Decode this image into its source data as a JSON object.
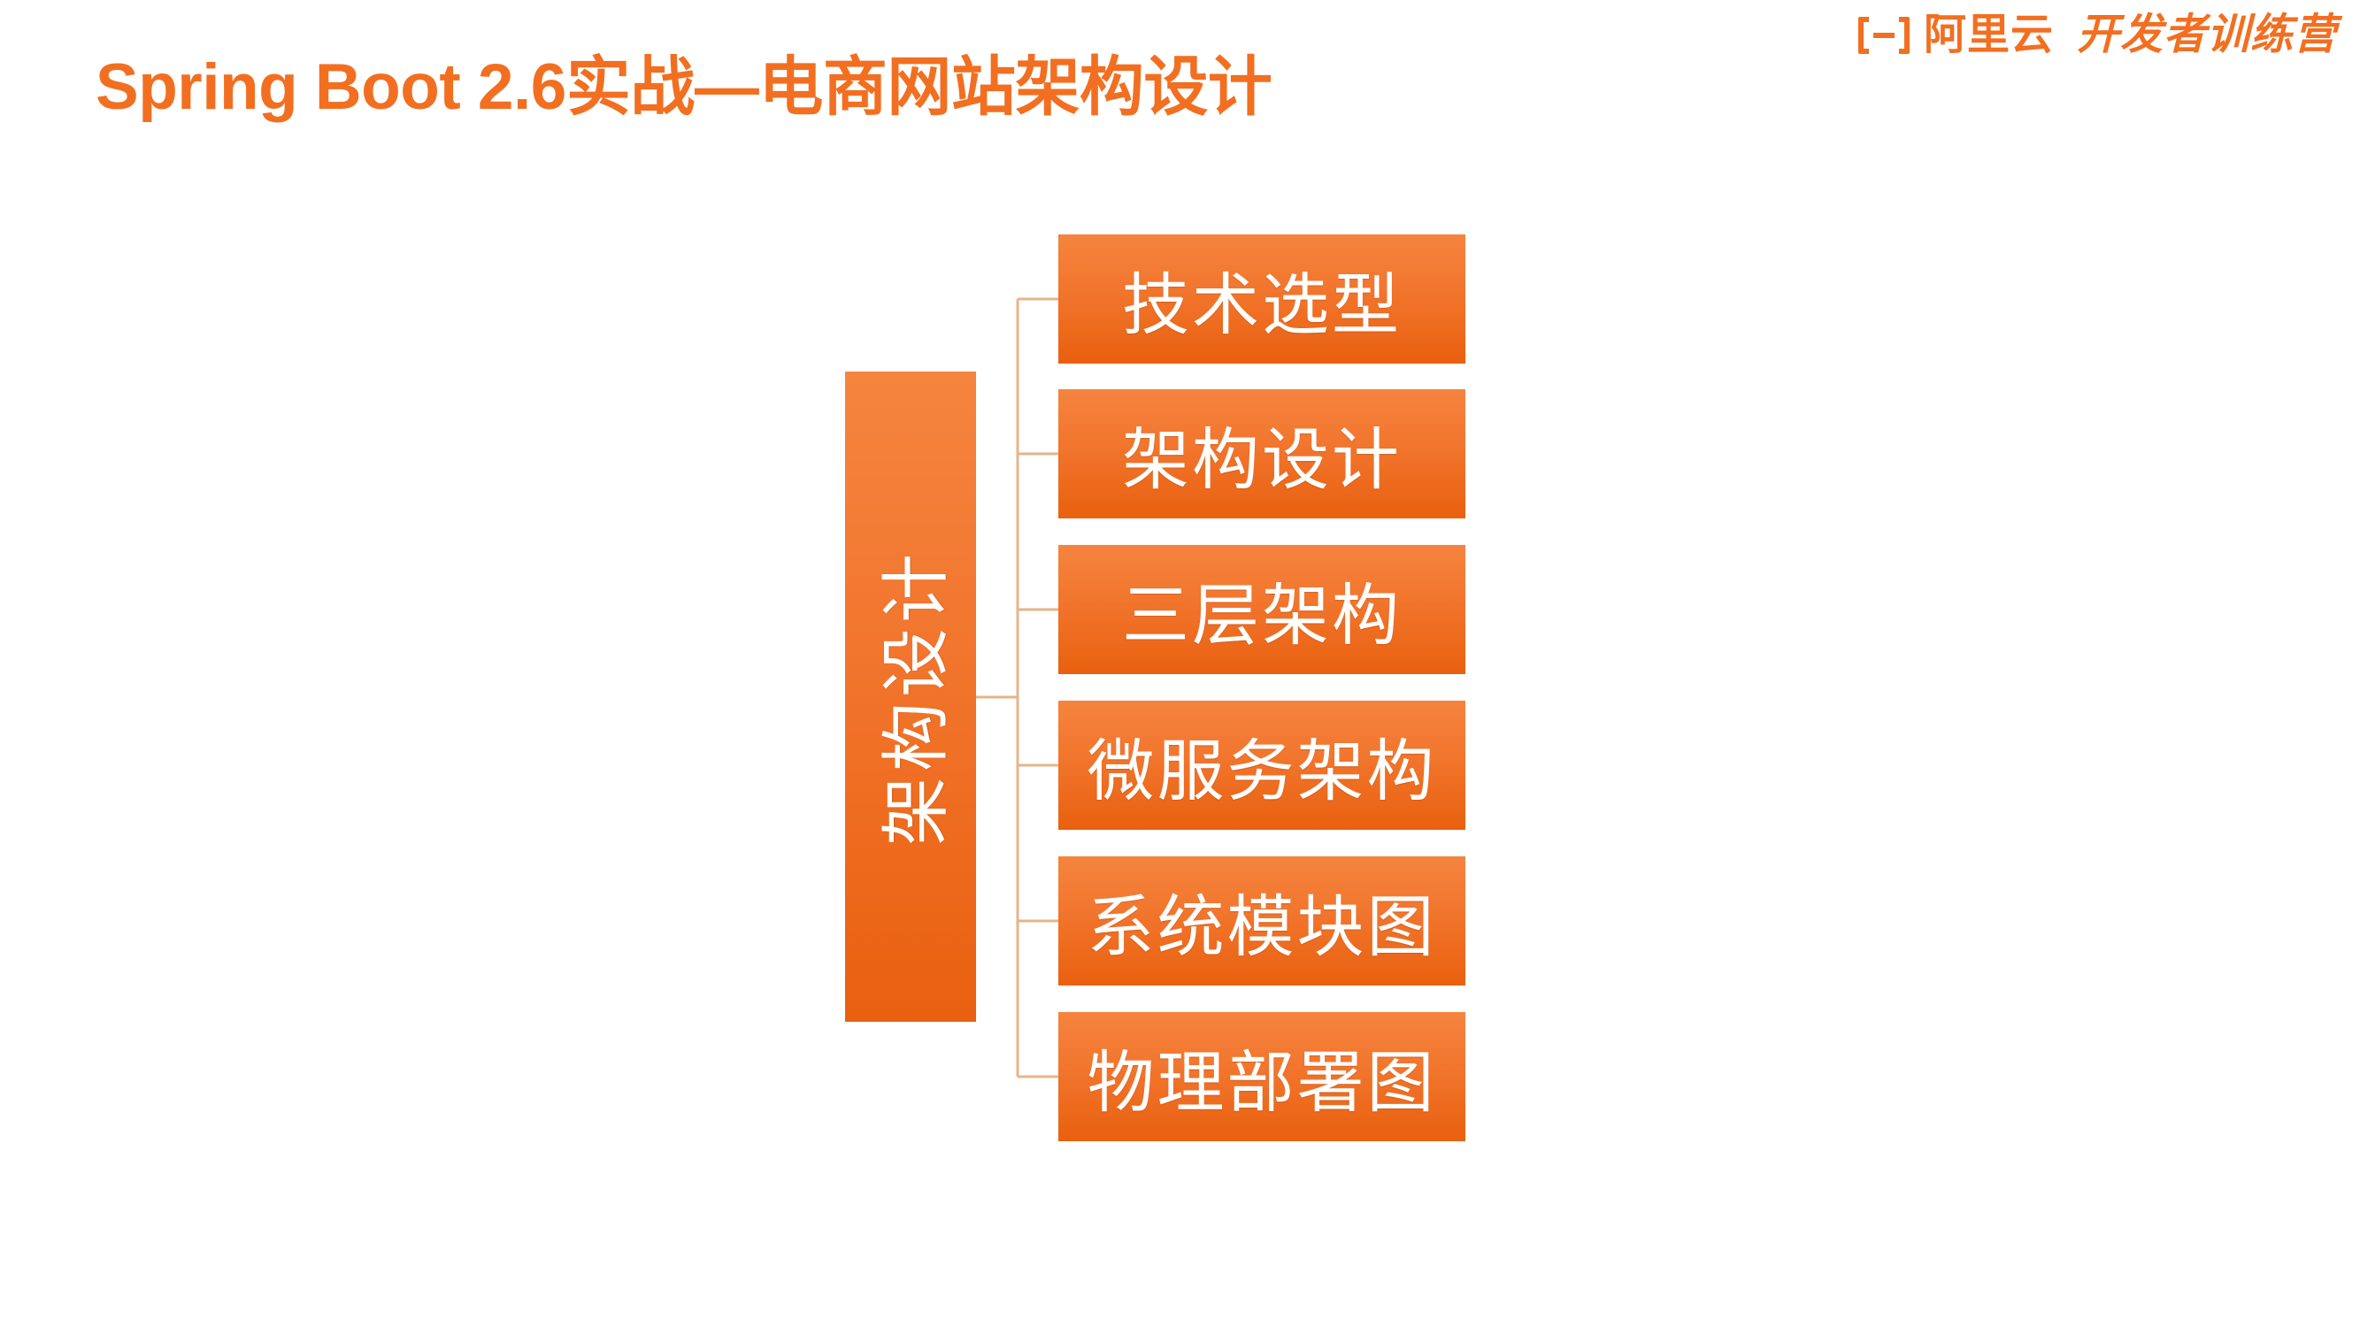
{
  "slide": {
    "title": "Spring Boot 2.6实战—电商网站架构设计",
    "background_color": "#FFFFFF",
    "accent_color": "#F26F21"
  },
  "brand": {
    "mark_icon": "alibaba-cloud-bracket-icon",
    "company": "阿里云",
    "program": "开发者训练营",
    "color": "#F26F21"
  },
  "diagram": {
    "type": "horizontal-hierarchy",
    "root": {
      "label": "架构设计",
      "orientation": "vertical-rotated",
      "fill_top": "#F5843F",
      "fill_bottom": "#E9600F",
      "text_color": "#FFFFFF"
    },
    "connector_color": "#E6B48A",
    "children": [
      {
        "label": "技术选型"
      },
      {
        "label": "架构设计"
      },
      {
        "label": "三层架构"
      },
      {
        "label": "微服务架构"
      },
      {
        "label": "系统模块图"
      },
      {
        "label": "物理部署图"
      }
    ]
  }
}
